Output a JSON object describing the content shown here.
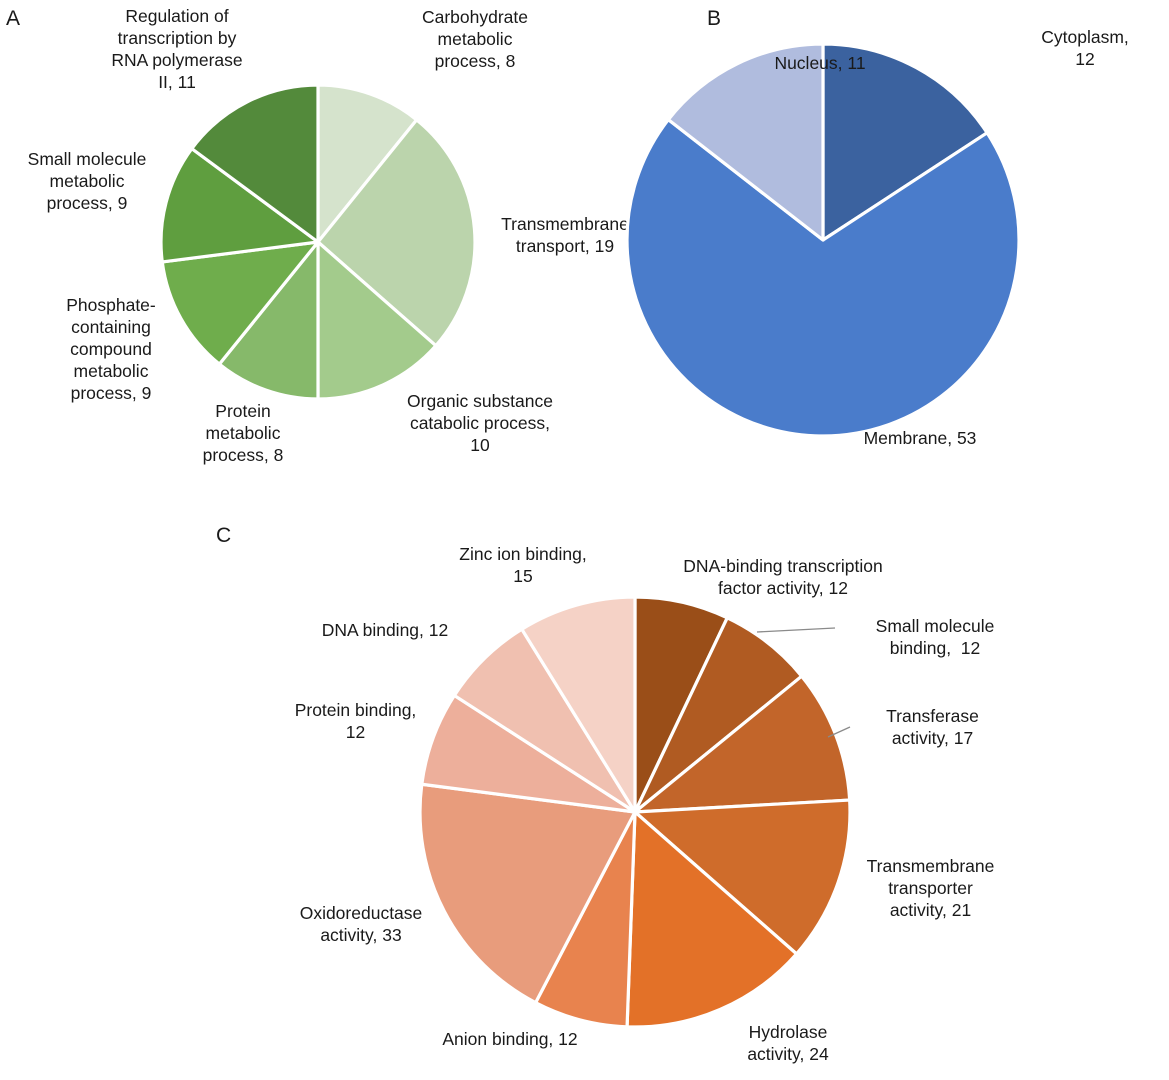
{
  "figure": {
    "panels": [
      "A",
      "B",
      "C"
    ]
  },
  "panelA": {
    "letter": "A",
    "labels": [
      "Carbohydrate\nmetabolic\nprocess, 8",
      "Transmembrane\ntransport, 19",
      "Organic substance\ncatabolic process,\n10",
      "Protein\nmetabolic\nprocess, 8",
      "Phosphate-\ncontaining\ncompound\nmetabolic\nprocess, 9",
      "Small molecule\nmetabolic\nprocess, 9",
      "Regulation of\ntranscription by\nRNA polymerase\nII, 11"
    ]
  },
  "panelB": {
    "letter": "B",
    "labels": [
      "Cytoplasm,\n12",
      "Membrane, 53",
      "Nucleus, 11"
    ]
  },
  "panelC": {
    "letter": "C",
    "labels": [
      "DNA-binding transcription\nfactor activity, 12",
      "Small molecule\nbinding,  12",
      "Transferase\nactivity, 17",
      "Transmembrane\ntransporter\nactivity, 21",
      "Hydrolase\nactivity, 24",
      "Anion binding, 12",
      "Oxidoreductase\nactivity, 33",
      "Protein binding,\n12",
      "DNA binding, 12",
      "Zinc ion binding,\n15"
    ]
  },
  "chart_data": [
    {
      "type": "pie",
      "title": "A",
      "panel": "A",
      "categories": [
        "Carbohydrate metabolic process",
        "Transmembrane transport",
        "Organic substance catabolic process",
        "Protein metabolic process",
        "Phosphate-containing compound metabolic process",
        "Small molecule metabolic process",
        "Regulation of transcription by RNA polymerase II"
      ],
      "values": [
        8,
        19,
        10,
        8,
        9,
        9,
        11
      ],
      "total": 74,
      "colors": [
        "#D5E3CC",
        "#BBD4AC",
        "#A3CB8C",
        "#86B96A",
        "#6FAD4C",
        "#5F9E3F",
        "#538A3B"
      ],
      "start_angle_deg": 0,
      "direction": "clockwise",
      "legend": "none",
      "labels_position": "outside"
    },
    {
      "type": "pie",
      "title": "B",
      "panel": "B",
      "categories": [
        "Cytoplasm",
        "Membrane",
        "Nucleus"
      ],
      "values": [
        12,
        53,
        11
      ],
      "total": 76,
      "colors": [
        "#3B629F",
        "#4A7CCB",
        "#B0BCDE"
      ],
      "start_angle_deg": 0,
      "direction": "clockwise",
      "legend": "none",
      "labels_position": "outside"
    },
    {
      "type": "pie",
      "title": "C",
      "panel": "C",
      "categories": [
        "DNA-binding transcription factor activity",
        "Small molecule binding",
        "Transferase activity",
        "Transmembrane transporter activity",
        "Hydrolase activity",
        "Anion binding",
        "Oxidoreductase activity",
        "Protein binding",
        "DNA binding",
        "Zinc ion binding"
      ],
      "values": [
        12,
        12,
        17,
        21,
        24,
        12,
        33,
        12,
        12,
        15
      ],
      "total": 170,
      "colors": [
        "#9A4E18",
        "#B05B22",
        "#C2652A",
        "#CF6C2B",
        "#E37128",
        "#E8834E",
        "#E89C7C",
        "#EDAF9B",
        "#F0C0B0",
        "#F5D2C6"
      ],
      "start_angle_deg": 0,
      "direction": "clockwise",
      "legend": "none",
      "labels_position": "outside"
    }
  ]
}
